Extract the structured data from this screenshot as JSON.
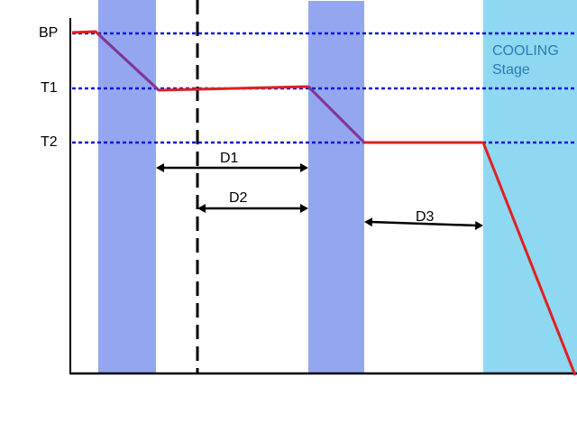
{
  "levels": [
    {
      "label": "BP"
    },
    {
      "label": "T1"
    },
    {
      "label": "T2"
    }
  ],
  "durations": [
    {
      "label": "D1"
    },
    {
      "label": "D2"
    },
    {
      "label": "D3"
    }
  ],
  "cooling": {
    "line1": "COOLING",
    "line2": "Stage"
  },
  "colors": {
    "heating_band": "#94a6f0",
    "cooling_band": "#8fd8f2",
    "curve": "#e02020",
    "curve_overlap": "#7a3a9a",
    "guide": "#0a1acc",
    "cooling_text": "#2a7bb5",
    "axis": "#000000"
  }
}
